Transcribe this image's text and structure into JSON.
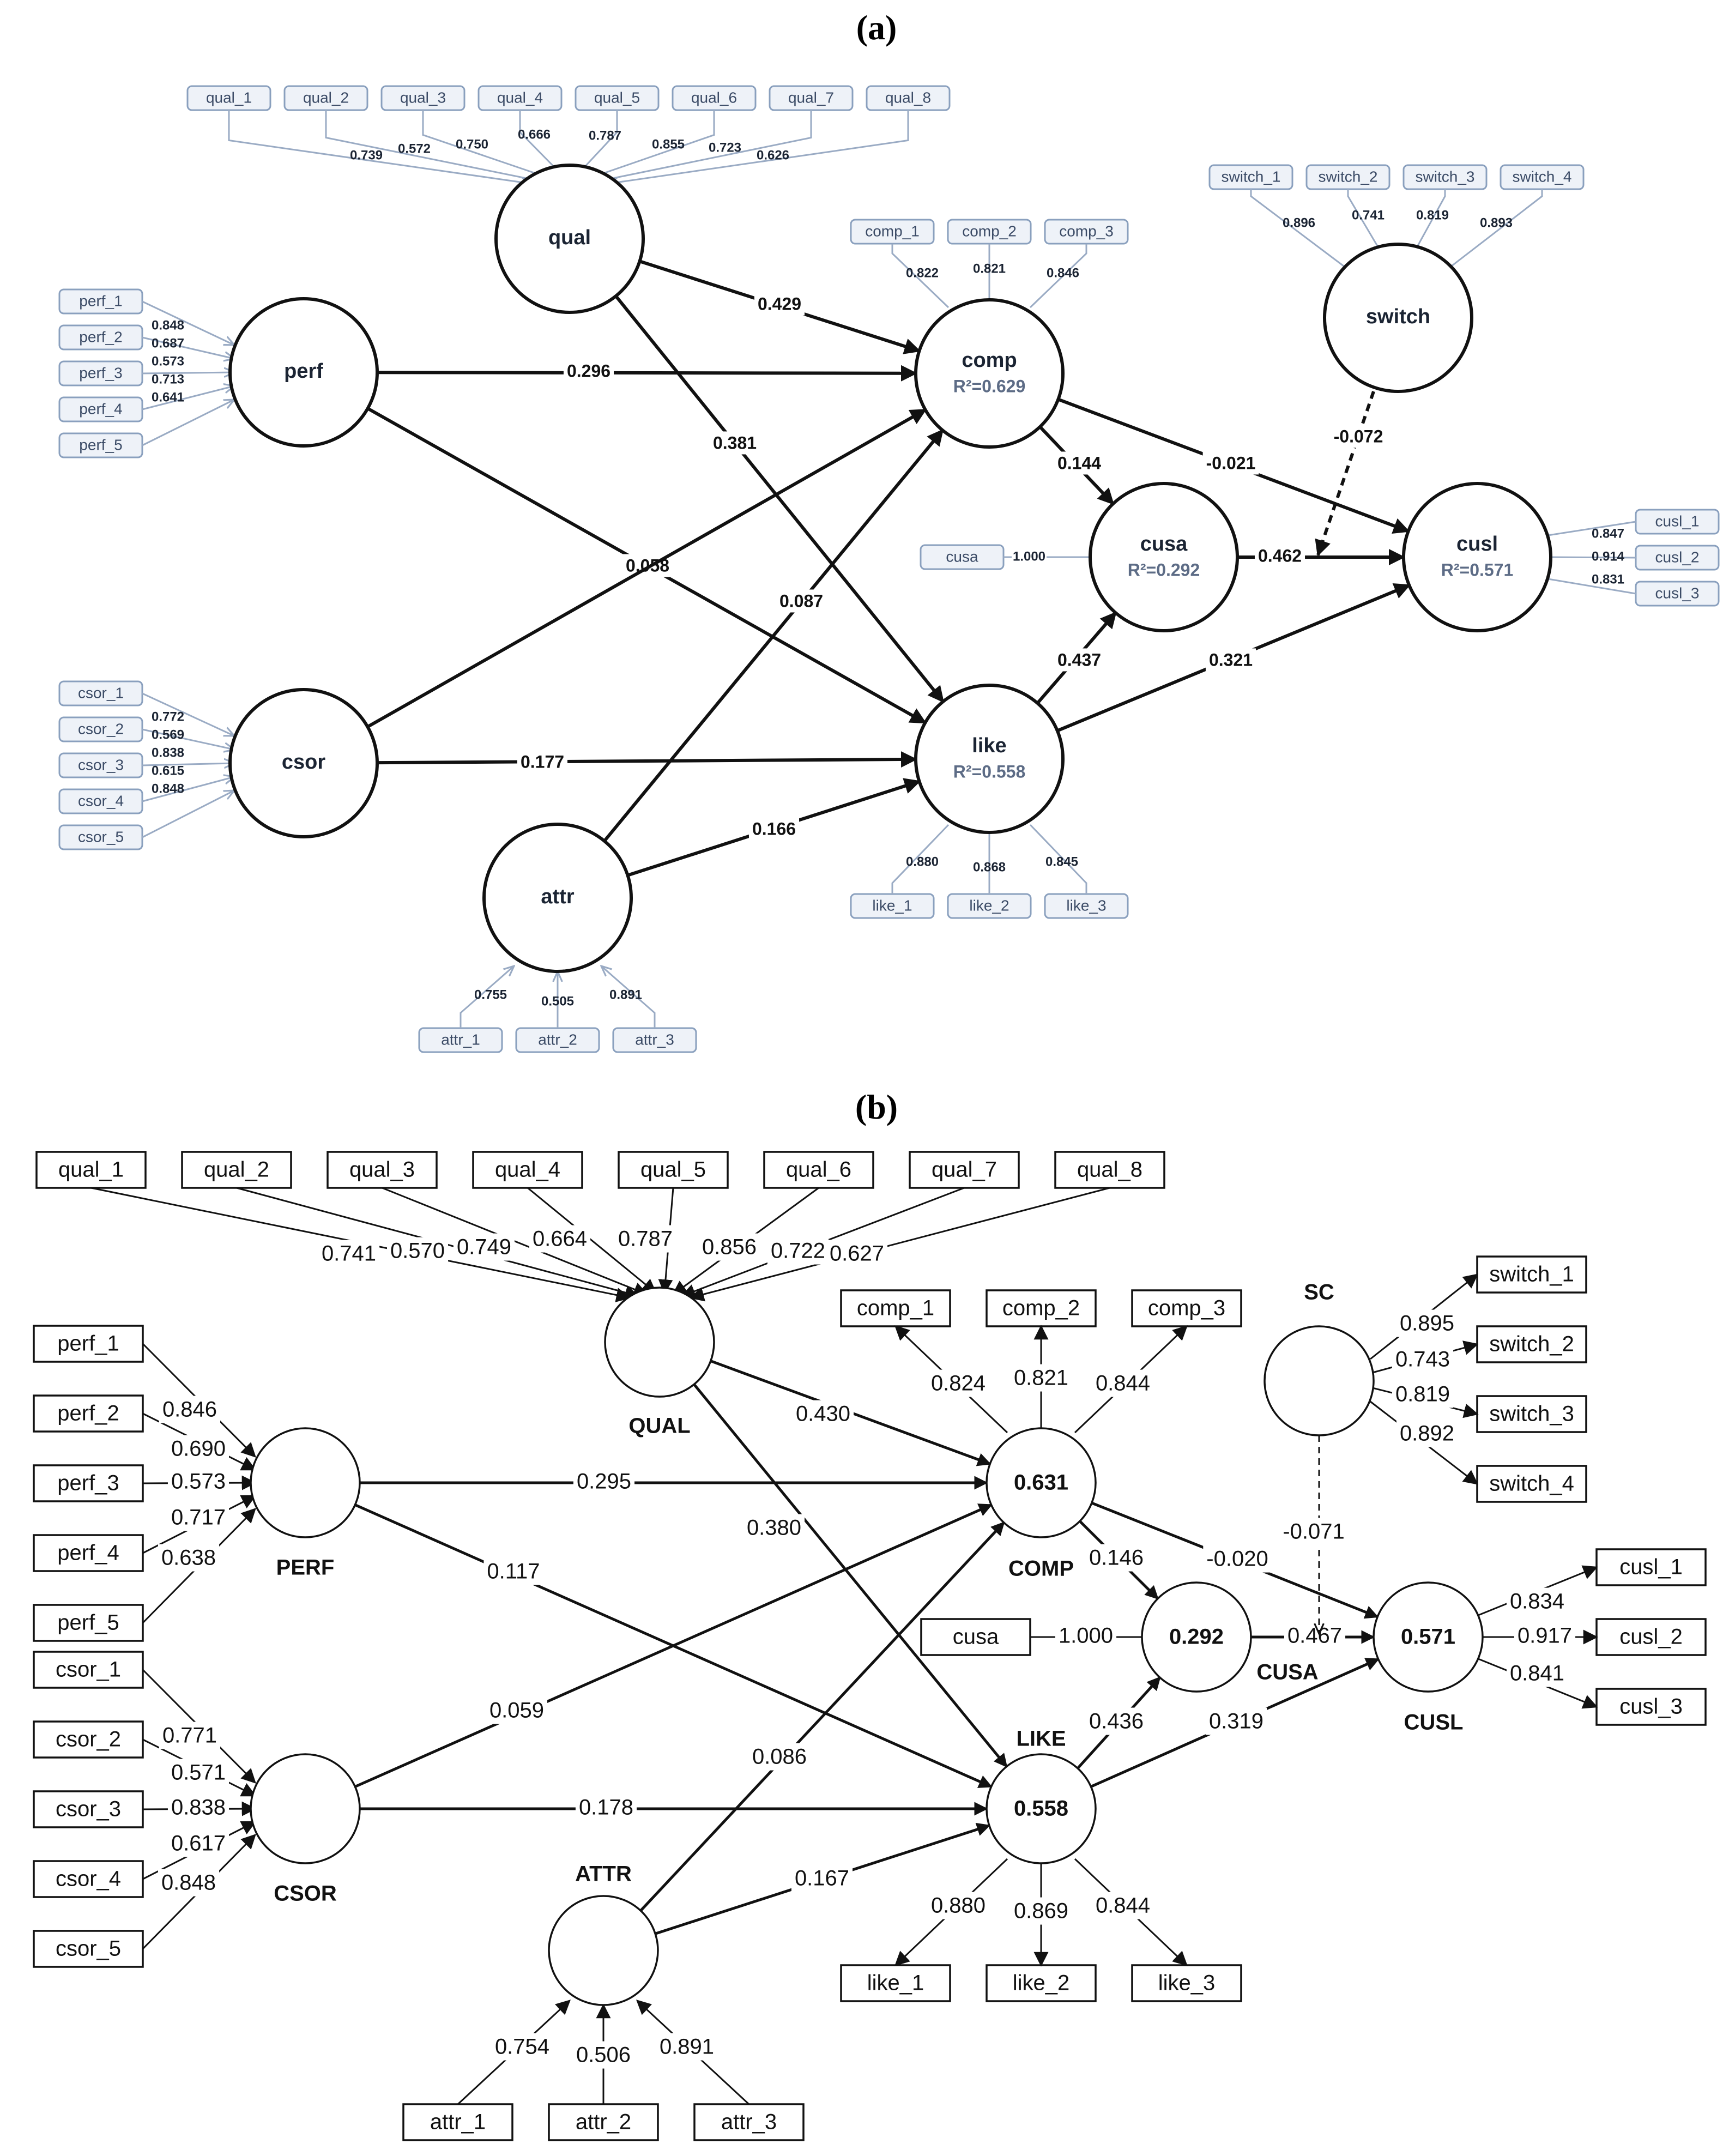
{
  "panel_a": {
    "title": "(a)",
    "constructs": {
      "qual": {
        "name": "qual"
      },
      "perf": {
        "name": "perf"
      },
      "csor": {
        "name": "csor"
      },
      "attr": {
        "name": "attr"
      },
      "comp": {
        "name": "comp",
        "r2": "R²=0.629"
      },
      "like": {
        "name": "like",
        "r2": "R²=0.558"
      },
      "cusa": {
        "name": "cusa",
        "r2": "R²=0.292"
      },
      "cusl": {
        "name": "cusl",
        "r2": "R²=0.571"
      },
      "switch": {
        "name": "switch"
      }
    },
    "indicators": {
      "qual": [
        {
          "label": "qual_1",
          "loading": "0.739"
        },
        {
          "label": "qual_2",
          "loading": "0.572"
        },
        {
          "label": "qual_3",
          "loading": "0.750"
        },
        {
          "label": "qual_4",
          "loading": "0.666"
        },
        {
          "label": "qual_5",
          "loading": "0.787"
        },
        {
          "label": "qual_6",
          "loading": "0.855"
        },
        {
          "label": "qual_7",
          "loading": "0.723"
        },
        {
          "label": "qual_8",
          "loading": "0.626"
        }
      ],
      "perf": [
        {
          "label": "perf_1",
          "loading": "0.848"
        },
        {
          "label": "perf_2",
          "loading": "0.687"
        },
        {
          "label": "perf_3",
          "loading": "0.573"
        },
        {
          "label": "perf_4",
          "loading": "0.713"
        },
        {
          "label": "perf_5",
          "loading": "0.641"
        }
      ],
      "csor": [
        {
          "label": "csor_1",
          "loading": "0.772"
        },
        {
          "label": "csor_2",
          "loading": "0.569"
        },
        {
          "label": "csor_3",
          "loading": "0.838"
        },
        {
          "label": "csor_4",
          "loading": "0.615"
        },
        {
          "label": "csor_5",
          "loading": "0.848"
        }
      ],
      "attr": [
        {
          "label": "attr_1",
          "loading": "0.755"
        },
        {
          "label": "attr_2",
          "loading": "0.505"
        },
        {
          "label": "attr_3",
          "loading": "0.891"
        }
      ],
      "comp": [
        {
          "label": "comp_1",
          "loading": "0.822"
        },
        {
          "label": "comp_2",
          "loading": "0.821"
        },
        {
          "label": "comp_3",
          "loading": "0.846"
        }
      ],
      "like": [
        {
          "label": "like_1",
          "loading": "0.880"
        },
        {
          "label": "like_2",
          "loading": "0.868"
        },
        {
          "label": "like_3",
          "loading": "0.845"
        }
      ],
      "cusa": [
        {
          "label": "cusa",
          "loading": "1.000"
        }
      ],
      "cusl": [
        {
          "label": "cusl_1",
          "loading": "0.847"
        },
        {
          "label": "cusl_2",
          "loading": "0.914"
        },
        {
          "label": "cusl_3",
          "loading": "0.831"
        }
      ],
      "switch": [
        {
          "label": "switch_1",
          "loading": "0.896"
        },
        {
          "label": "switch_2",
          "loading": "0.741"
        },
        {
          "label": "switch_3",
          "loading": "0.819"
        },
        {
          "label": "switch_4",
          "loading": "0.893"
        }
      ]
    },
    "paths": [
      {
        "from": "qual",
        "to": "comp",
        "coef": "0.429"
      },
      {
        "from": "qual",
        "to": "like",
        "coef": "0.381"
      },
      {
        "from": "perf",
        "to": "comp",
        "coef": "0.296"
      },
      {
        "from": "perf",
        "to": "like",
        "coef": "0.058"
      },
      {
        "from": "csor",
        "to": "comp",
        "coef": ""
      },
      {
        "from": "csor",
        "to": "like",
        "coef": "0.177"
      },
      {
        "from": "attr",
        "to": "comp",
        "coef": "0.087"
      },
      {
        "from": "attr",
        "to": "like",
        "coef": "0.166"
      },
      {
        "from": "comp",
        "to": "cusa",
        "coef": "0.144"
      },
      {
        "from": "comp",
        "to": "cusl",
        "coef": "-0.021"
      },
      {
        "from": "like",
        "to": "cusa",
        "coef": "0.437"
      },
      {
        "from": "like",
        "to": "cusl",
        "coef": "0.321"
      },
      {
        "from": "cusa",
        "to": "cusl",
        "coef": "0.462"
      },
      {
        "from": "switch",
        "to": "cusa-cusl",
        "coef": "-0.072",
        "style": "dashed"
      }
    ]
  },
  "panel_b": {
    "title": "(b)",
    "constructs": {
      "qual": {
        "name": "QUAL",
        "r2": ""
      },
      "perf": {
        "name": "PERF",
        "r2": ""
      },
      "csor": {
        "name": "CSOR",
        "r2": ""
      },
      "attr": {
        "name": "ATTR",
        "r2": ""
      },
      "comp": {
        "name": "COMP",
        "r2": "0.631"
      },
      "like": {
        "name": "LIKE",
        "r2": "0.558"
      },
      "cusa": {
        "name": "CUSA",
        "r2": "0.292"
      },
      "cusl": {
        "name": "CUSL",
        "r2": "0.571"
      },
      "sc": {
        "name": "SC",
        "r2": ""
      }
    },
    "indicators": {
      "qual": [
        {
          "label": "qual_1",
          "loading": "0.741"
        },
        {
          "label": "qual_2",
          "loading": "0.570"
        },
        {
          "label": "qual_3",
          "loading": "0.749"
        },
        {
          "label": "qual_4",
          "loading": "0.664"
        },
        {
          "label": "qual_5",
          "loading": "0.787"
        },
        {
          "label": "qual_6",
          "loading": "0.856"
        },
        {
          "label": "qual_7",
          "loading": "0.722"
        },
        {
          "label": "qual_8",
          "loading": "0.627"
        }
      ],
      "perf": [
        {
          "label": "perf_1",
          "loading": "0.846"
        },
        {
          "label": "perf_2",
          "loading": "0.690"
        },
        {
          "label": "perf_3",
          "loading": "0.573"
        },
        {
          "label": "perf_4",
          "loading": "0.717"
        },
        {
          "label": "perf_5",
          "loading": "0.638"
        }
      ],
      "csor": [
        {
          "label": "csor_1",
          "loading": "0.771"
        },
        {
          "label": "csor_2",
          "loading": "0.571"
        },
        {
          "label": "csor_3",
          "loading": "0.838"
        },
        {
          "label": "csor_4",
          "loading": "0.617"
        },
        {
          "label": "csor_5",
          "loading": "0.848"
        }
      ],
      "attr": [
        {
          "label": "attr_1",
          "loading": "0.754"
        },
        {
          "label": "attr_2",
          "loading": "0.506"
        },
        {
          "label": "attr_3",
          "loading": "0.891"
        }
      ],
      "comp": [
        {
          "label": "comp_1",
          "loading": "0.824"
        },
        {
          "label": "comp_2",
          "loading": "0.821"
        },
        {
          "label": "comp_3",
          "loading": "0.844"
        }
      ],
      "like": [
        {
          "label": "like_1",
          "loading": "0.880"
        },
        {
          "label": "like_2",
          "loading": "0.869"
        },
        {
          "label": "like_3",
          "loading": "0.844"
        }
      ],
      "cusa": [
        {
          "label": "cusa",
          "loading": "1.000"
        }
      ],
      "cusl": [
        {
          "label": "cusl_1",
          "loading": "0.834"
        },
        {
          "label": "cusl_2",
          "loading": "0.917"
        },
        {
          "label": "cusl_3",
          "loading": "0.841"
        }
      ],
      "sc": [
        {
          "label": "switch_1",
          "loading": "0.895"
        },
        {
          "label": "switch_2",
          "loading": "0.743"
        },
        {
          "label": "switch_3",
          "loading": "0.819"
        },
        {
          "label": "switch_4",
          "loading": "0.892"
        }
      ]
    },
    "paths": [
      {
        "from": "qual",
        "to": "comp",
        "coef": "0.430"
      },
      {
        "from": "qual",
        "to": "like",
        "coef": "0.380"
      },
      {
        "from": "perf",
        "to": "comp",
        "coef": "0.295"
      },
      {
        "from": "perf",
        "to": "like",
        "coef": "0.117"
      },
      {
        "from": "csor",
        "to": "comp",
        "coef": "0.059"
      },
      {
        "from": "csor",
        "to": "like",
        "coef": "0.178"
      },
      {
        "from": "attr",
        "to": "comp",
        "coef": "0.086"
      },
      {
        "from": "attr",
        "to": "like",
        "coef": "0.167"
      },
      {
        "from": "comp",
        "to": "cusa",
        "coef": "0.146"
      },
      {
        "from": "comp",
        "to": "cusl",
        "coef": "-0.020"
      },
      {
        "from": "like",
        "to": "cusa",
        "coef": "0.436"
      },
      {
        "from": "like",
        "to": "cusl",
        "coef": "0.319"
      },
      {
        "from": "cusa",
        "to": "cusl",
        "coef": "0.467"
      },
      {
        "from": "sc",
        "to": "cusa-cusl",
        "coef": "-0.071",
        "style": "dashed"
      }
    ]
  }
}
